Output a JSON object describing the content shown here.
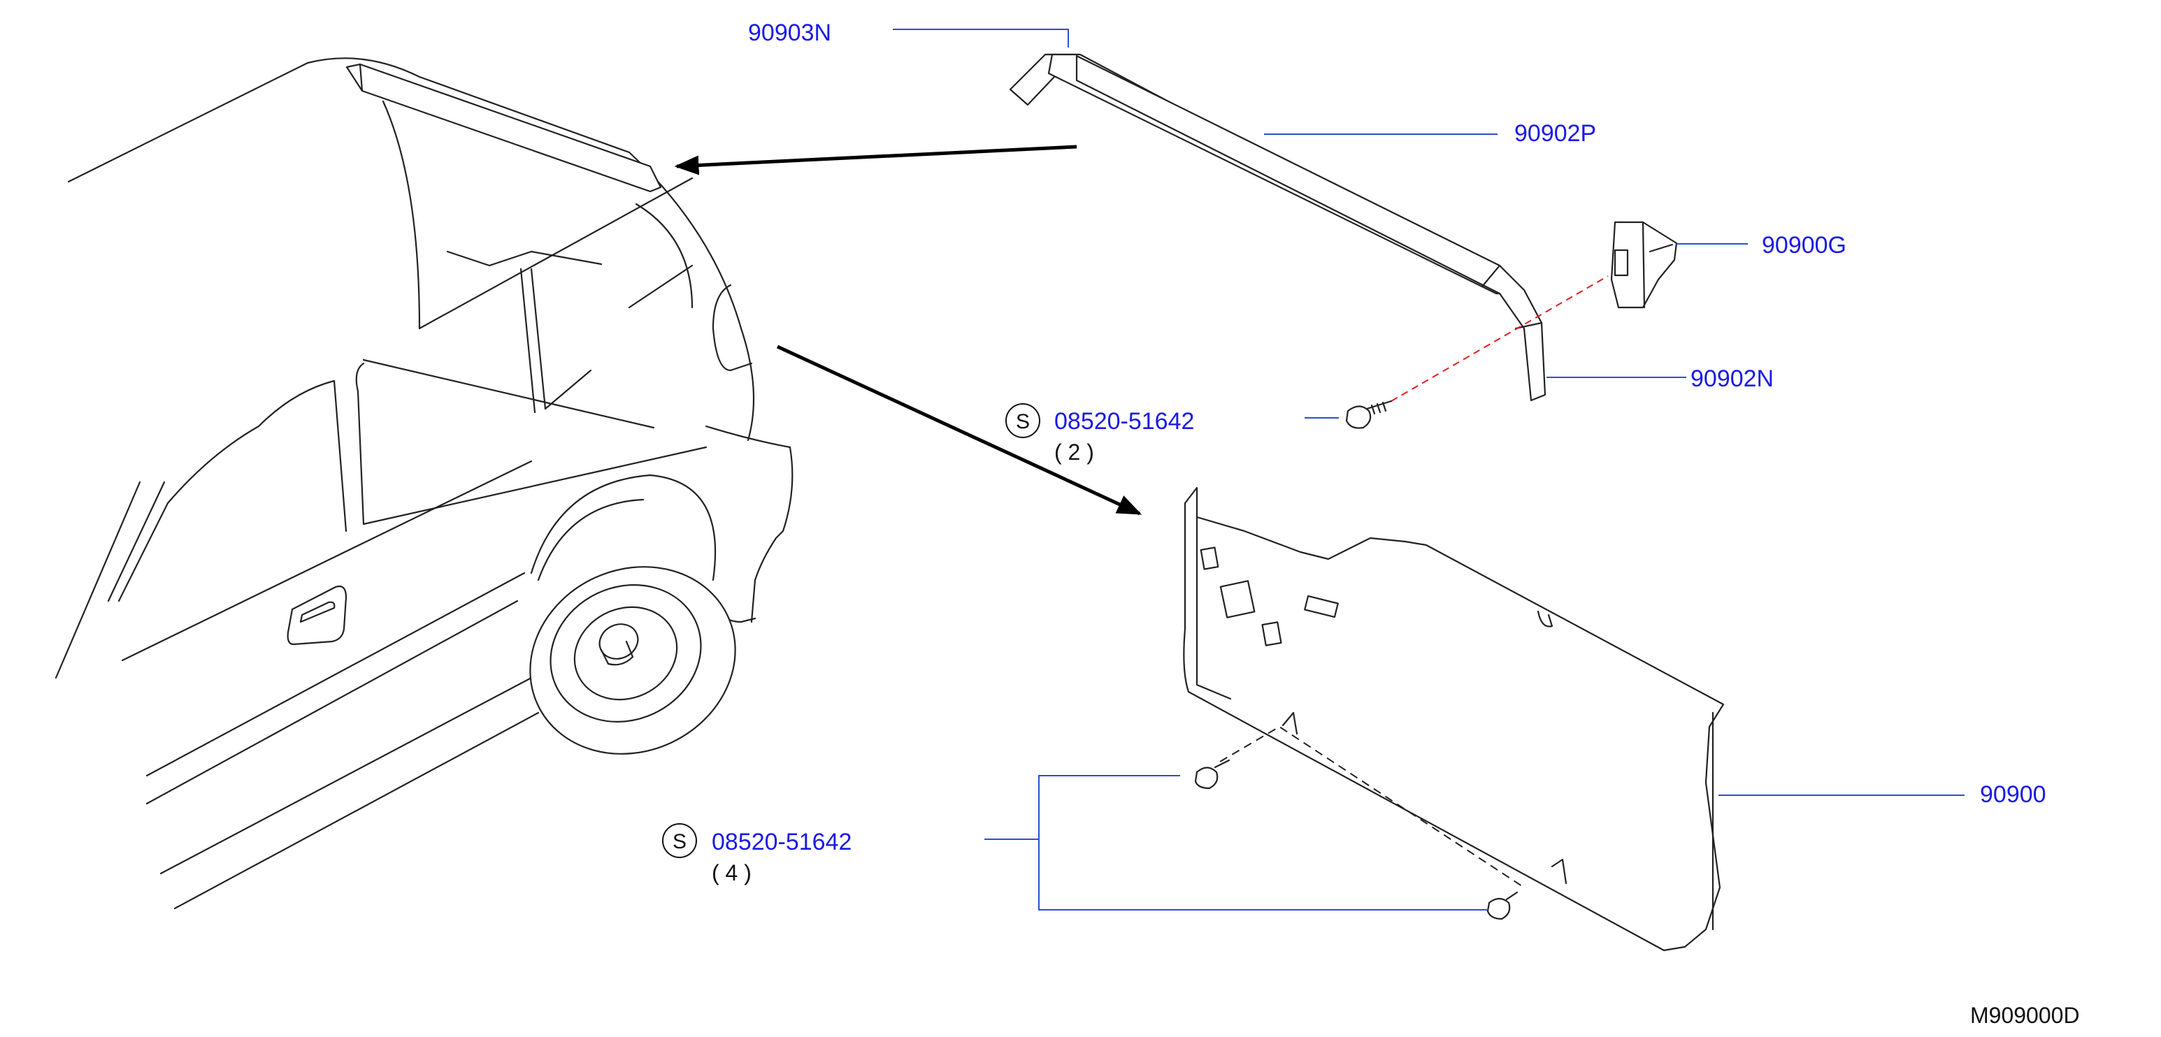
{
  "diagram": {
    "drawing_code": "M909000D",
    "parts": [
      {
        "id": "90903N",
        "label": "90903N"
      },
      {
        "id": "90902P",
        "label": "90902P"
      },
      {
        "id": "90900G",
        "label": "90900G"
      },
      {
        "id": "90902N",
        "label": "90902N"
      },
      {
        "id": "90900",
        "label": "90900"
      }
    ],
    "screws": [
      {
        "symbol": "S",
        "part_number": "08520-51642",
        "quantity": "( 2 )"
      },
      {
        "symbol": "S",
        "part_number": "08520-51642",
        "quantity": "( 4 )"
      }
    ]
  }
}
